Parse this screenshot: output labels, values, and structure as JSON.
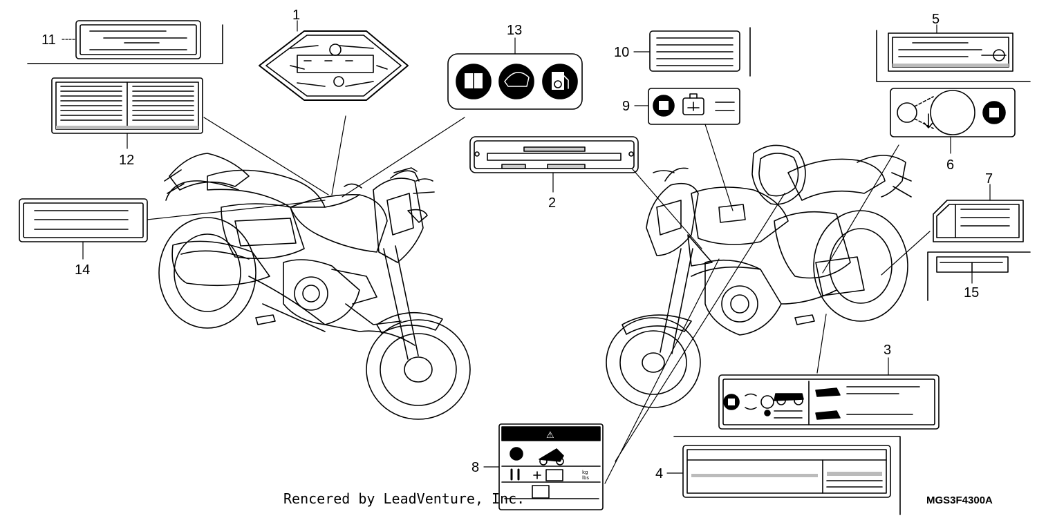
{
  "diagram": {
    "callouts": [
      "1",
      "2",
      "3",
      "4",
      "5",
      "6",
      "7",
      "8",
      "9",
      "10",
      "11",
      "12",
      "13",
      "14",
      "15"
    ],
    "warning_symbol": "⚠",
    "label_8_values": [
      "kg",
      "lbs"
    ],
    "icons": [
      "owners-manual-icon",
      "helmet-icon",
      "fuel-icon",
      "motorcycle-icon",
      "luggage-icon",
      "tire-icon"
    ]
  },
  "footer": {
    "credit": "Rencered by LeadVenture, Inc.",
    "diagram_code": "MGS3F4300A"
  }
}
